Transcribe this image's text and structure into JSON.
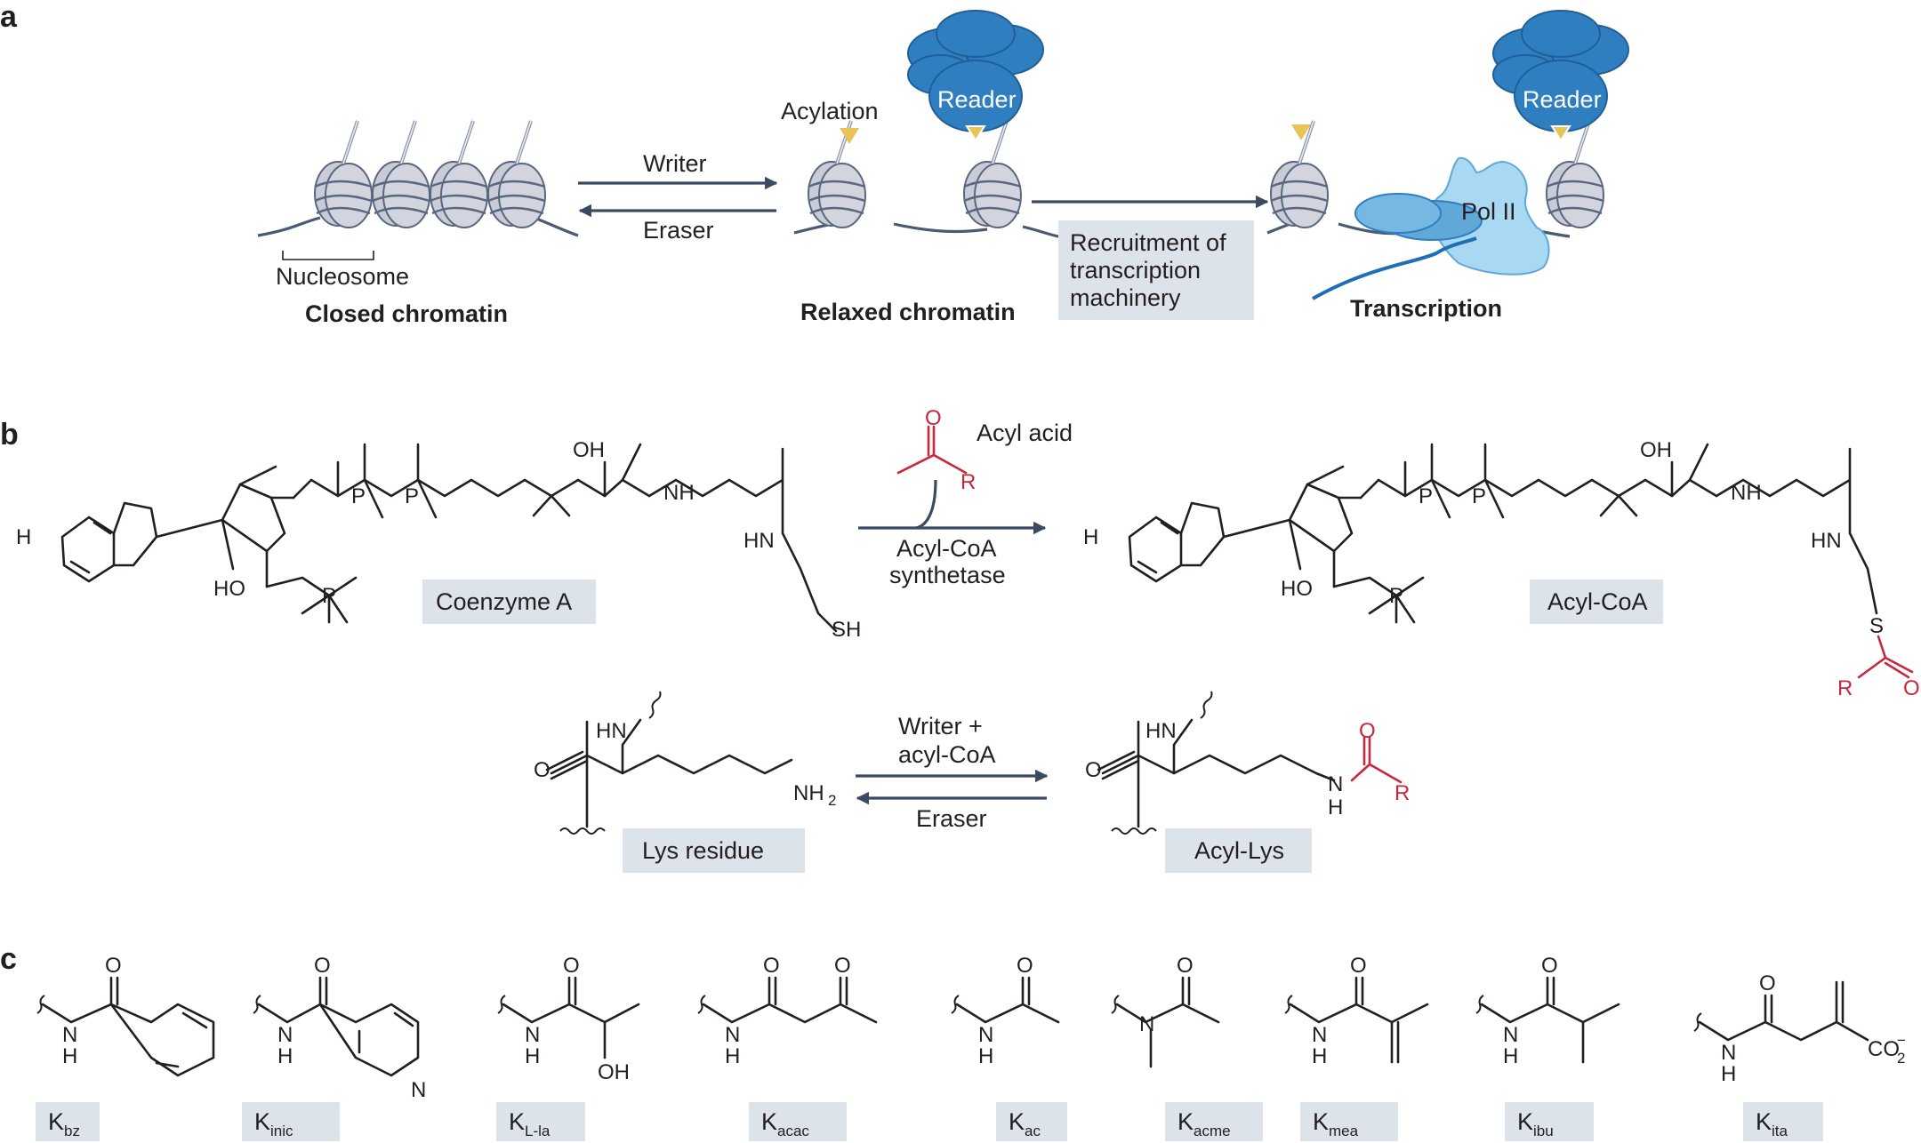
{
  "panels": {
    "a": "a",
    "b": "b",
    "c": "c"
  },
  "panel_a": {
    "writer": "Writer",
    "eraser": "Eraser",
    "nucleosome": "Nucleosome",
    "closed_chromatin": "Closed chromatin",
    "acylation": "Acylation",
    "reader_1": "Reader",
    "relaxed_chromatin": "Relaxed chromatin",
    "recruitment_lines": [
      "Recruitment of",
      "transcription",
      "machinery"
    ],
    "reader_2": "Reader",
    "pol_ii": "Pol II",
    "transcription": "Transcription"
  },
  "panel_b": {
    "acyl_acid": "Acyl acid",
    "acyl_coa_synthetase_lines": [
      "Acyl-CoA",
      "synthetase"
    ],
    "coenzyme_a": "Coenzyme A",
    "acyl_coa": "Acyl-CoA",
    "writer_acyl_coa_lines": [
      "Writer +",
      "acyl-CoA"
    ],
    "eraser": "Eraser",
    "lys_residue": "Lys residue",
    "acyl_lys": "Acyl-Lys",
    "atoms": {
      "O": "O",
      "OH": "OH",
      "HO": "HO",
      "N": "N",
      "NH": "NH",
      "HN": "HN",
      "H": "H",
      "P": "P",
      "S": "S",
      "SH": "SH",
      "R": "R",
      "H2N": "H",
      "NH2": "NH",
      "minus": "−"
    }
  },
  "panel_c": {
    "labels": [
      {
        "main": "K",
        "sub": "bz"
      },
      {
        "main": "K",
        "sub": "inic"
      },
      {
        "main": "K",
        "sub": "L-la"
      },
      {
        "main": "K",
        "sub": "acac"
      },
      {
        "main": "K",
        "sub": "ac"
      },
      {
        "main": "K",
        "sub": "acme"
      },
      {
        "main": "K",
        "sub": "mea"
      },
      {
        "main": "K",
        "sub": "ibu"
      },
      {
        "main": "K",
        "sub": "ita"
      }
    ],
    "co2": "CO"
  },
  "colors": {
    "reader_blue": "#2f7fc0",
    "reader_dark": "#1f5f98",
    "pol_ii_light": "#a9d8f3",
    "acyl_mark": "#e8c456",
    "acyl_red": "#c8283c",
    "label_box": "#dde3ea",
    "arrow": "#3a4a60"
  }
}
